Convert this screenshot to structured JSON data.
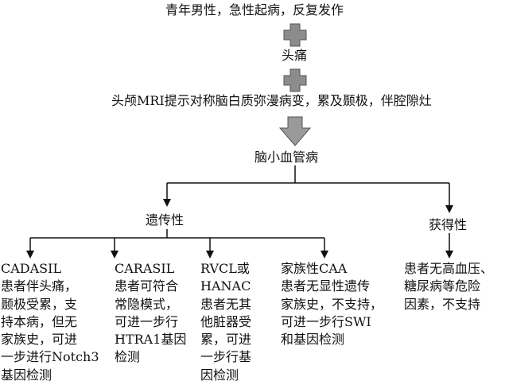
{
  "top": {
    "line1": "青年男性，急性起病，反复发作",
    "line2": "头痛",
    "line3": "头颅MRI提示对称脑白质弥漫病变，累及颞极，伴腔隙灶",
    "center": "脑小血管病"
  },
  "branches": {
    "hereditary": "遗传性",
    "acquired": "获得性"
  },
  "leaves": [
    {
      "lines": [
        "CADASIL",
        "患者伴头痛，",
        "颞极受累，支",
        "持本病，但无",
        "家族史，可进",
        "一步进行Notch3",
        "基因检测"
      ]
    },
    {
      "lines": [
        "CARASIL",
        "患者可符合",
        "常隐模式，",
        "可进一步行",
        "HTRA1基因",
        "检测"
      ]
    },
    {
      "lines": [
        "RVCL或",
        "HANAC",
        "患者无其",
        "他脏器受",
        "累，可进",
        "一步行基",
        "因检测"
      ]
    },
    {
      "lines": [
        "家族性CAA",
        "患者无显性遗传",
        "家族史，不支持，",
        "可进一步行SWI",
        "和基因检测"
      ]
    },
    {
      "lines": [
        "患者无高血压、",
        "糖尿病等危险",
        "因素，不支持"
      ]
    }
  ],
  "colors": {
    "line": "#111111",
    "plus": "#8c8c8c",
    "arrow": "#9a9a9a"
  }
}
